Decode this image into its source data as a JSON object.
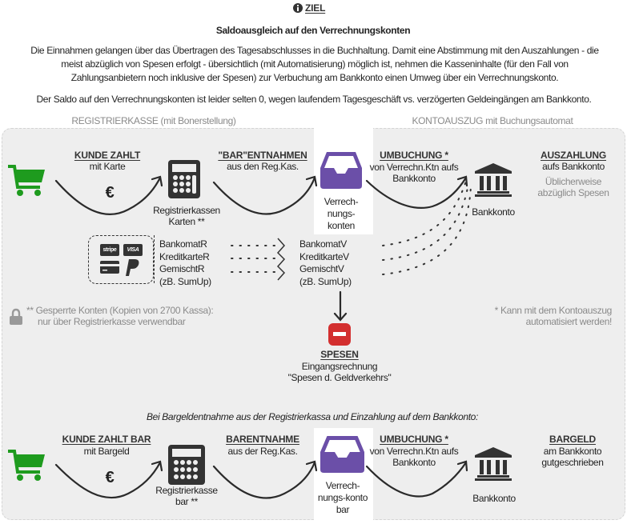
{
  "header": {
    "title": "ZIEL",
    "subtitle": "Saldoausgleich auf den Verrechnungskonten",
    "paragraph1": "Die Einnahmen gelangen über das Übertragen des Tagesabschlusses in die Buchhaltung. Damit eine Abstimmung mit den Auszahlungen - die meist abzüglich von Spesen erfolgt - übersichtlich (mit Automatisierung) möglich ist, nehmen die Kasseninhalte (für den Fall von Zahlungsanbietern noch inklusive der Spesen) zur Verbuchung am Bankkonto einen Umweg über ein Verrechnungskonto.",
    "paragraph2": "Der Saldo auf den Verrechnungskonten ist leider selten 0, wegen laufendem Tagesgeschäft vs. verzögerten Geldeingängen am Bankkonto."
  },
  "sections": {
    "left": "REGISTRIERKASSE (mit Bonerstellung)",
    "right": "KONTOAUSZUG mit Buchungsautomat"
  },
  "card": {
    "kunde_title": "KUNDE ZAHLT",
    "kunde_sub": "mit Karte",
    "euro": "€",
    "kasse_l1": "Registrierkassen",
    "kasse_l2": "Karten **",
    "bar_title": "\"BAR\"ENTNAHMEN",
    "bar_sub": "aus den Reg.Kas.",
    "vk_l1": "Verrech-",
    "vk_l2": "nungs-",
    "vk_l3": "konten",
    "umb_title": "UMBUCHUNG *",
    "umb_l1": "von Verrechn.Ktn aufs",
    "umb_l2": "Bankkonto",
    "bank": "Bankkonto",
    "ausz_title": "AUSZAHLUNG",
    "ausz_sub": "aufs Bankkonto",
    "ausz_n1": "Üblicherweise",
    "ausz_n2": "abzüglich Spesen",
    "providers": [
      "stripe",
      "VISA"
    ],
    "r_list": [
      "BankomatR",
      "KreditkarteR",
      "GemischtR",
      "(zB. SumUp)"
    ],
    "v_list": [
      "BankomatV",
      "KreditkarteV",
      "GemischtV",
      "(zB. SumUp)"
    ]
  },
  "spesen": {
    "title": "SPESEN",
    "l1": "Eingangsrechnung",
    "l2": "\"Spesen d. Geldverkehrs\""
  },
  "notes": {
    "lock_l1": "** Gesperrte Konten (Kopien von 2700 Kassa):",
    "lock_l2": "nur über Registrierkasse verwendbar",
    "auto_l1": "* Kann mit dem Kontoauszug",
    "auto_l2": "automatisiert werden!"
  },
  "cash": {
    "intro": "Bei Bargeldentnahme aus der Registrierkassa und Einzahlung auf dem Bankkonto:",
    "kunde_title": "KUNDE ZAHLT BAR",
    "kunde_sub": "mit Bargeld",
    "euro": "€",
    "kasse_l1": "Registrierkasse",
    "kasse_l2": "bar **",
    "bar_title": "BARENTNAHME",
    "bar_sub": "aus der Reg.Kas.",
    "vk_l1": "Verrech-",
    "vk_l2": "nungs-konto",
    "vk_l3": "bar",
    "umb_title": "UMBUCHUNG *",
    "umb_l1": "von Verrechn.Ktn aufs",
    "umb_l2": "Bankkonto",
    "bank": "Bankkonto",
    "bg_title": "BARGELD",
    "bg_l1": "am Bankkonto",
    "bg_l2": "gutgeschrieben"
  },
  "colors": {
    "green": "#1e9b1e",
    "purple": "#6b4fa8",
    "red": "#d32f2f",
    "dark": "#333333"
  }
}
